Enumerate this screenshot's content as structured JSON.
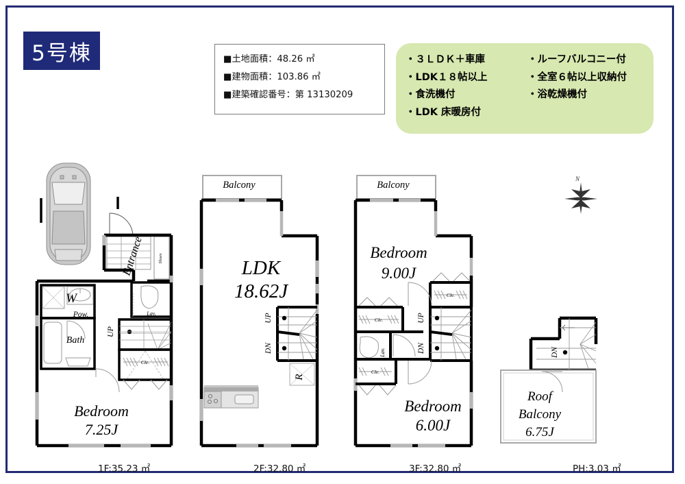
{
  "page": {
    "building_label": "5号棟",
    "frame_color": "#232a72",
    "badge_color": "#1f2a78",
    "feature_box_color": "#d7e8b0"
  },
  "spec": {
    "rows": [
      {
        "bullet": "■",
        "label": "土地面積",
        "sep": "：",
        "value": "48.26 ㎡"
      },
      {
        "bullet": "■",
        "label": "建物面積",
        "sep": "：",
        "value": "103.86 ㎡"
      },
      {
        "bullet": "■",
        "label": "建築確認番号",
        "sep": "：",
        "value": "第 13130209"
      }
    ]
  },
  "features": {
    "left_column": [
      "３ＬＤＫ＋車庫",
      "LDK１８帖以上",
      "食洗機付",
      "LDK 床暖房付"
    ],
    "right_column": [
      "ルーフバルコニー付",
      "全室６帖以上収納付",
      "浴乾燥機付"
    ]
  },
  "compass": {
    "north_label": "N"
  },
  "floors": [
    {
      "id": "1f",
      "caption": "1F:35.23 ㎡",
      "rooms": [
        {
          "name": "Bedroom",
          "size": "7.25J"
        }
      ],
      "labels": [
        "Entrance",
        "Shoes",
        "W",
        "Pow.",
        "Bath",
        "Lav.",
        "UP",
        "Cle."
      ]
    },
    {
      "id": "2f",
      "caption": "2F:32.80 ㎡",
      "rooms": [
        {
          "name": "LDK",
          "size": "18.62J"
        }
      ],
      "labels": [
        "Balcony",
        "UP",
        "DN",
        "R"
      ]
    },
    {
      "id": "3f",
      "caption": "3F:32.80 ㎡",
      "rooms": [
        {
          "name": "Bedroom",
          "size": "9.00J"
        },
        {
          "name": "Bedroom",
          "size": "6.00J"
        }
      ],
      "labels": [
        "Balcony",
        "Cle.",
        "Cle.",
        "Cle.",
        "Lav.",
        "UP",
        "DN"
      ]
    },
    {
      "id": "ph",
      "caption": "PH:3.03 ㎡",
      "rooms": [
        {
          "name": "Roof Balcony",
          "size": "6.75J"
        }
      ],
      "labels": [
        "DN"
      ]
    }
  ]
}
